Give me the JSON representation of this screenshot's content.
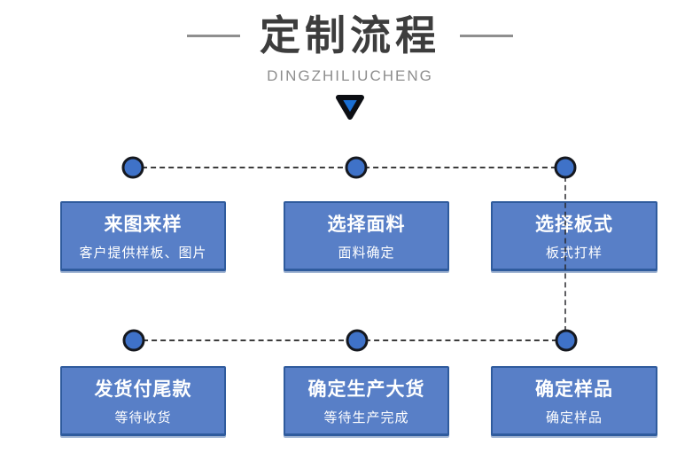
{
  "header": {
    "title": "定制流程",
    "subtitle": "DINGZHILIUCHENG"
  },
  "icons": {
    "triangle_down": "▼",
    "connector_dot": "●"
  },
  "colors": {
    "box_fill": "#587fc7",
    "box_border": "#2f5b9d",
    "dot_fill": "#3f72c8",
    "dot_border": "#15181f",
    "triangle_fill": "#1a6fd4",
    "triangle_border": "#0c0e13",
    "connector_dash": "#3c3c3c",
    "title_text": "#3d3d3d",
    "subtitle_text": "#8d8d8d",
    "box_text": "#ffffff"
  },
  "flow": {
    "rows": [
      {
        "steps": [
          {
            "title": "来图来样",
            "subtitle": "客户提供样板、图片"
          },
          {
            "title": "选择面料",
            "subtitle": "面料确定"
          },
          {
            "title": "选择板式",
            "subtitle": "板式打样"
          }
        ]
      },
      {
        "steps": [
          {
            "title": "发货付尾款",
            "subtitle": "等待收货"
          },
          {
            "title": "确定生产大货",
            "subtitle": "等待生产完成"
          },
          {
            "title": "确定样品",
            "subtitle": "确定样品"
          }
        ]
      }
    ]
  }
}
